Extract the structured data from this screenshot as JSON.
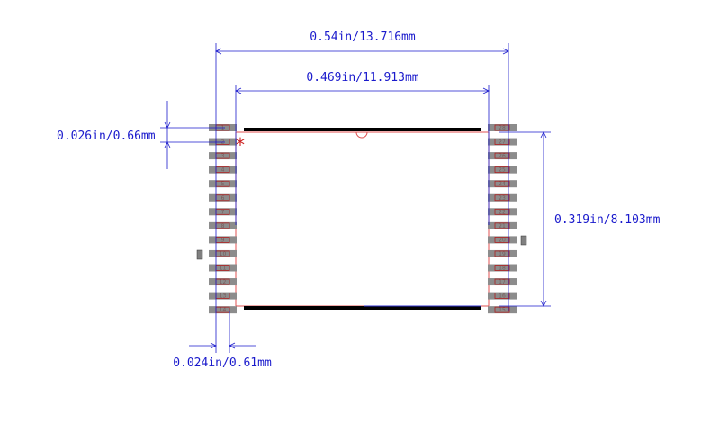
{
  "dimensions": {
    "overall_length": "0.54in/13.716mm",
    "body_length": "0.469in/11.913mm",
    "pin_pitch": "0.026in/0.66mm",
    "body_width": "0.319in/8.103mm",
    "pad_width": "0.024in/0.61mm"
  },
  "pin1_marker": "*",
  "pins": {
    "left": [
      "1",
      "2",
      "3",
      "4",
      "5",
      "6",
      "7",
      "8",
      "9",
      "10",
      "11",
      "12",
      "13",
      "14"
    ],
    "right": [
      "28",
      "27",
      "26",
      "25",
      "24",
      "23",
      "22",
      "21",
      "20",
      "19",
      "18",
      "17",
      "16",
      "15"
    ]
  },
  "colors": {
    "dimension": "#1a1acc",
    "pad": "#8c8c8c",
    "pad_outline": "#b02020",
    "silkscreen": "#000000",
    "body_outline": "#e05050",
    "pin1_marker": "#cc2222"
  }
}
